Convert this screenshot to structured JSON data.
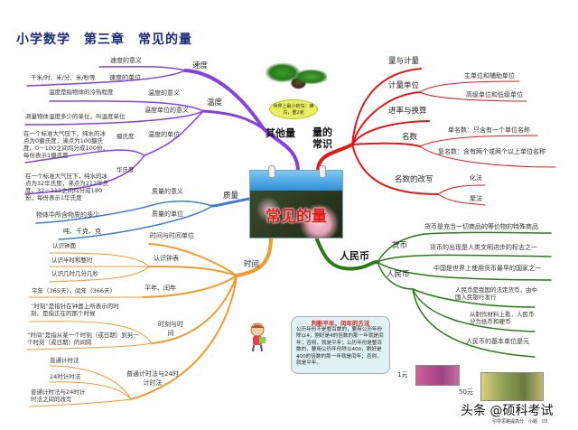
{
  "title": "小学数学　第三章　常见的量",
  "center": {
    "title": "常见的量"
  },
  "bird_bubble": "世界上最小的鸟：蜂鸟，重2克",
  "colors": {
    "other": "#8a3ee0",
    "common": "#e01818",
    "mass": "#3c78d8",
    "time": "#f09a30",
    "rmb": "#2a7a1a",
    "title": "#1a2a7a"
  },
  "other": {
    "label": "其他量",
    "speed": {
      "label": "速度",
      "meaning": "速度的意义",
      "unit": "速度的单位",
      "unit_desc": "千米/时、米/分、米/秒等"
    },
    "temp": {
      "label": "温度",
      "meaning": "温度的意义",
      "meaning_desc": "温度是指物体的冷热程度",
      "unit_meaning": "温度单位的意义",
      "unit_meaning_desc": "测量物体温度多少的单位，叫温度单位",
      "unit": "温度的单位",
      "celsius": "摄氏度",
      "celsius_desc": "在一个标准大气压下，纯水的冰点为0摄氏度，沸点为100摄氏度。0－100之间均分成100份，每份表示1摄氏度",
      "fahrenheit": "华氏度",
      "fahrenheit_desc": "在一个标准大气压下，纯水的冰点为32华氏度，沸点为212华氏度。32－212之间均分成180份，每份表示1华氏度"
    }
  },
  "mass": {
    "label": "质量",
    "meaning": "质量的意义",
    "meaning_desc": "物体中所含物质的多少",
    "unit": "质量的单位",
    "unit_desc": "吨、千克、克"
  },
  "time": {
    "label": "时间",
    "units": "时间与时间单位",
    "clock": "认识钟表",
    "clock_items": [
      "认识钟面",
      "认识半时和整时",
      "认识几时几分几秒"
    ],
    "year": "平年、闰年",
    "year_desc": "平年（365天），闰年（366天）",
    "moment": "时刻与时间",
    "moment_desc": "“时刻”是指针在钟面上所表示的时刻，是指正在的那个时候",
    "period_desc": "“时间”是指从某一个时刻（或日期）到另一个时刻（或日期）的间隔",
    "clock24": "普通计时法与24时计时法",
    "clock24_items": [
      "普通计时法",
      "24时计时法",
      "普通计时法与24时计时法之间的改写"
    ]
  },
  "common": {
    "label": "量的常识",
    "measure": "量与计量",
    "unit": "计量单位",
    "unit_items": [
      "主单位和辅助单位",
      "高级单位和低级单位"
    ],
    "rate": "进率与换算",
    "number": "名数",
    "number_items": [
      "单名数：只含有一个单位名称",
      "复名数：含有两个或两个以上单位名称"
    ],
    "rewrite": "名数的改写",
    "rewrite_items": [
      "化法",
      "聚法"
    ]
  },
  "rmb": {
    "label": "人民币",
    "currency": "货币",
    "currency_items": [
      "货币是充当一切商品的等价物的特殊商品",
      "货币的出现是人类文明进步的标志之一",
      "中国是世界上使用货币最早的国家之一"
    ],
    "rmb": "人民币",
    "rmb_items": [
      "人民币是我国的法定货币，由中国人民银行发行",
      "从制作材料上看，人民币分为纸币和硬币",
      "人民币的基本单位是元"
    ],
    "note1": "1元",
    "note50": "50元"
  },
  "tip": {
    "title": "判断平年、闰年的方法",
    "body": "公历年份不是整百数的，要用公历年份除以4，刚好是4的倍数的那一年就是闰年；否则，就是平年；公历年份是整百数的，要用公历年份除以400，刚好是400的倍数的那一年就是闰年；否则，就是平年。"
  },
  "watermark": "头条 @硕科考试",
  "watermark_small": "引导思路提高分　小题　03"
}
